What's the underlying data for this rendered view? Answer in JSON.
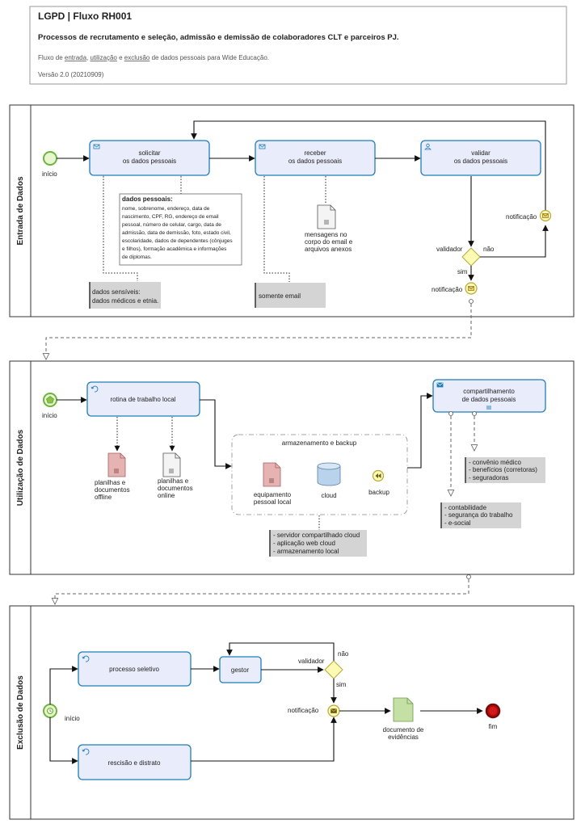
{
  "header": {
    "title": "LGPD | Fluxo RH001",
    "subtitle": "Processos de recrutamento e seleção, admissão e demissão de colaboradores CLT e parceiros PJ.",
    "desc_pre": "Fluxo de ",
    "desc_w1": "entrada",
    "desc_sep1": ", ",
    "desc_w2": "utilização",
    "desc_sep2": " e ",
    "desc_w3": "exclusão",
    "desc_post": " de dados pessoais para Wide Educação.",
    "version": "Versão 2.0 (20210909)"
  },
  "lanes": {
    "entrada": {
      "name": "Entrada de Dados",
      "start_label": "início",
      "task1": [
        "solicitar",
        "os dados pessoais"
      ],
      "task2": [
        "receber",
        "os dados pessoais"
      ],
      "task3": [
        "validar",
        "os dados pessoais"
      ],
      "annotation_title": "dados pessoais:",
      "annotation_lines": [
        "nome, sobrenome, endereço, data de",
        "nascimento, CPF, RG, endereço de email",
        "pessoal, número de celular, cargo, data de",
        "admissão, data de demissão, foto, estado civil,",
        "escolaridade, dados de dependentes (cônjuges",
        "e filhos), formação acadêmica e informações",
        "de diplomas."
      ],
      "note_sensitive": [
        "dados sensíveis:",
        "dados médicos e etnia."
      ],
      "note_email": "somente email",
      "doc_label": [
        "mensagens no",
        "corpo do email e",
        "arquivos anexos"
      ],
      "gateway_label": "validador",
      "no_label": "não",
      "yes_label": "sim",
      "notif_top": "notificação",
      "notif_bottom": "notificação"
    },
    "utilizacao": {
      "name": "Utilização de Dados",
      "start_label": "início",
      "task1": "rotina de trabalho local",
      "doc_offline": [
        "planilhas e",
        "documentos",
        "offline"
      ],
      "doc_online": [
        "planilhas e",
        "documentos",
        "online"
      ],
      "group_title": "armazenamento e backup",
      "equip_label": [
        "equipamento",
        "pessoal local"
      ],
      "cloud_label": "cloud",
      "backup_label": "backup",
      "note_storage": [
        "- servidor compartilhado cloud",
        "- aplicação web cloud",
        "- armazenamento local"
      ],
      "task2": [
        "compartilhamento",
        "de dados pessoais"
      ],
      "note_share1": [
        "- convênio médico",
        "- benefícios (corretoras)",
        "- seguradoras"
      ],
      "note_share2": [
        "- contabilidade",
        "- segurança do trabalho",
        "- e-social"
      ]
    },
    "exclusao": {
      "name": "Exclusão de Dados",
      "start_label": "início",
      "task1": "processo seletivo",
      "task2": "rescisão e distrato",
      "task3": "gestor",
      "gateway_label": "validador",
      "no_label": "não",
      "yes_label": "sim",
      "notif_label": "notificação",
      "doc_label": [
        "documento de",
        "evidências"
      ],
      "end_label": "fim"
    }
  },
  "colors": {
    "task_fill": "#e9ecfb",
    "task_stroke": "#1f7eb8",
    "start_stroke": "#6db33f",
    "start_fill": "#e8f6d0",
    "end_stroke": "#b30d0d",
    "gateway_fill": "#fdfbb3",
    "doc_red": "#e6b3b3",
    "doc_green": "#c5e0a5",
    "note_grey": "#d4d4d4"
  }
}
